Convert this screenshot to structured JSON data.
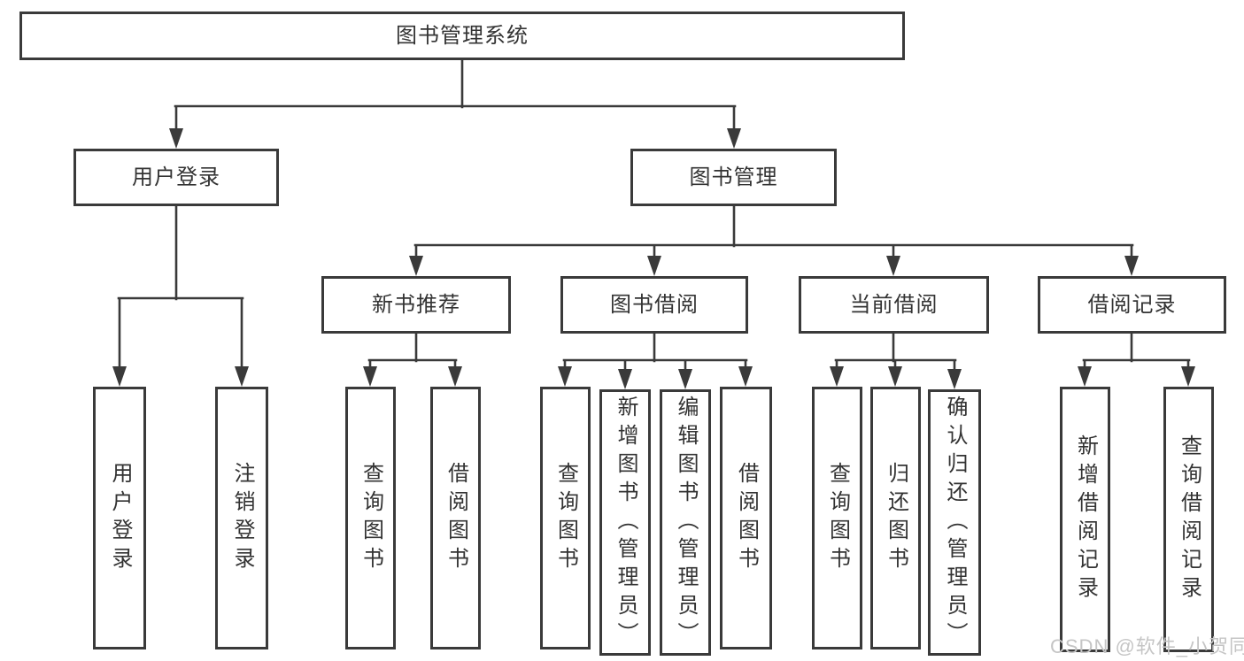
{
  "diagram": {
    "title": "图书管理系统",
    "level2": [
      {
        "label": "用户登录"
      },
      {
        "label": "图书管理"
      }
    ],
    "level3": [
      {
        "label": "新书推荐"
      },
      {
        "label": "图书借阅"
      },
      {
        "label": "当前借阅"
      },
      {
        "label": "借阅记录"
      }
    ],
    "leaves": [
      {
        "label": "用户登录"
      },
      {
        "label": "注销登录"
      },
      {
        "label": "查询图书"
      },
      {
        "label": "借阅图书"
      },
      {
        "label": "查询图书"
      },
      {
        "label": "新增图书（管理员）"
      },
      {
        "label": "编辑图书（管理员）"
      },
      {
        "label": "借阅图书"
      },
      {
        "label": "查询图书"
      },
      {
        "label": "归还图书"
      },
      {
        "label": "确认归还（管理员）"
      },
      {
        "label": "新增借阅记录"
      },
      {
        "label": "查询借阅记录"
      }
    ]
  },
  "watermark": {
    "text": "CSDN @软件_小贺同学"
  },
  "colors": {
    "line": "#3a3a3a",
    "box_border": "#3a3a3a",
    "text": "#333333",
    "background": "#ffffff",
    "watermark": "#c5c5c5"
  }
}
